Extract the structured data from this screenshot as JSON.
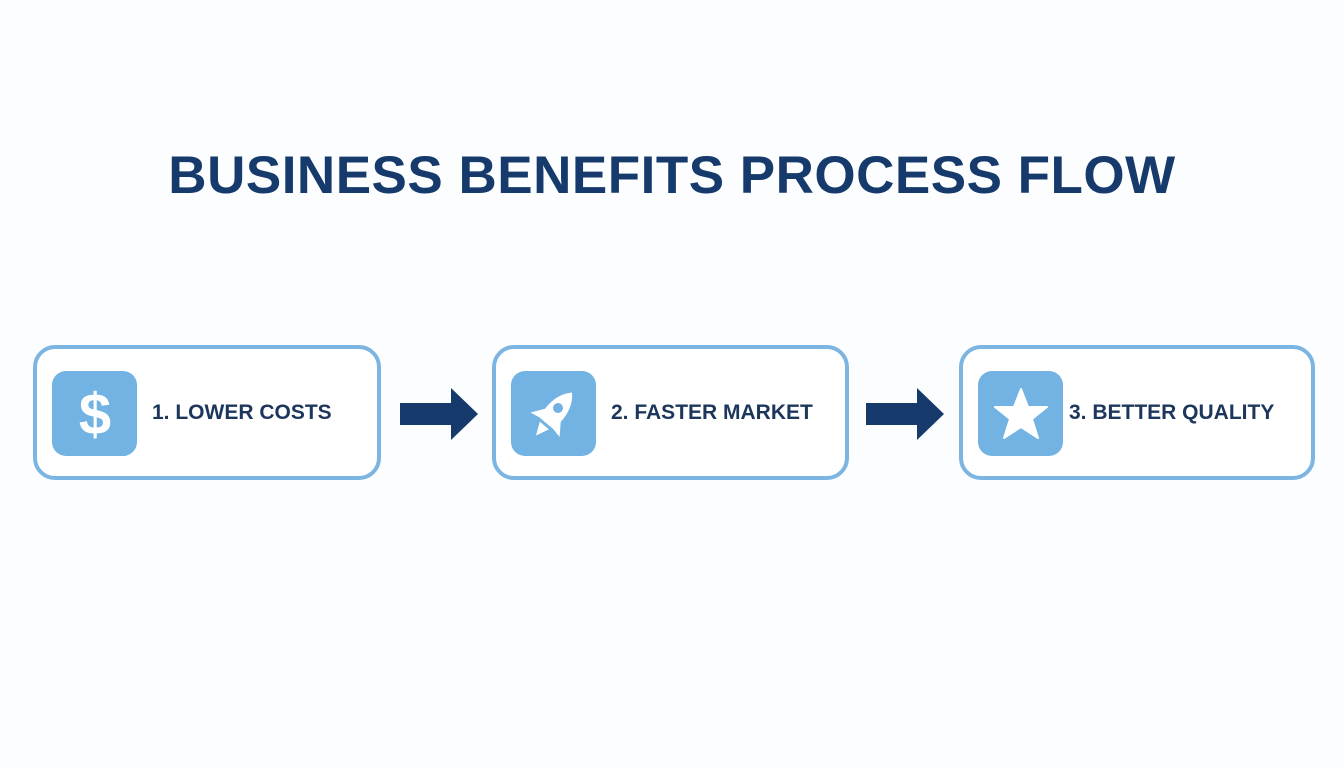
{
  "title": "BUSINESS BENEFITS PROCESS FLOW",
  "colors": {
    "title": "#163a6b",
    "box_border": "#7cb5e2",
    "icon_tile": "#72b3e3",
    "label_text": "#1c365c",
    "arrow": "#163a6b",
    "background": "#fcfdfe"
  },
  "steps": [
    {
      "number": 1,
      "label": "1. LOWER COSTS",
      "icon": "dollar-icon"
    },
    {
      "number": 2,
      "label": "2. FASTER MARKET",
      "icon": "rocket-icon"
    },
    {
      "number": 3,
      "label": "3. BETTER QUALITY",
      "icon": "star-icon"
    }
  ],
  "connectors": [
    {
      "from": 1,
      "to": 2,
      "icon": "arrow-right-icon"
    },
    {
      "from": 2,
      "to": 3,
      "icon": "arrow-right-icon"
    }
  ]
}
